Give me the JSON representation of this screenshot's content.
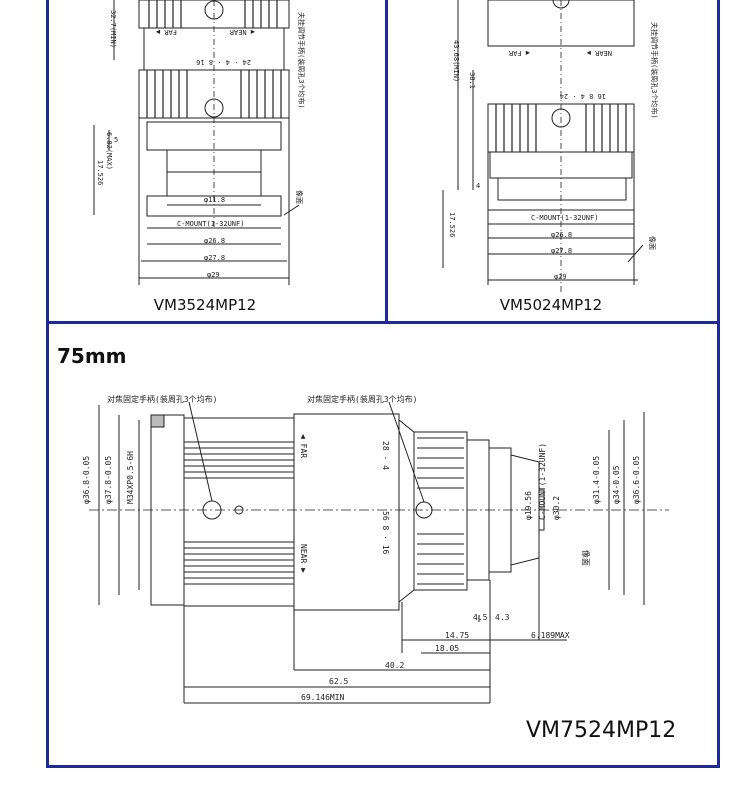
{
  "panels": {
    "top_left": {
      "model": "VM3524MP12",
      "dims": {
        "min_len": "32.7(MIN)",
        "max_len": "6.02(MAX)",
        "flange": "17.526",
        "d_in": "φ11.8",
        "mount": "C-MOUNT(1-32UNF)",
        "d1": "φ26.8",
        "d2": "φ27.8",
        "d3": "φ29",
        "small_5": "5",
        "image_plane": "像面",
        "ring_marks": "24 · 4 · 8 16",
        "far": "FAR ▶",
        "near": "◀ NEAR",
        "note": "夫挂调节手柄(装周孔3个均布)"
      }
    },
    "top_right": {
      "model": "VM5024MP12",
      "dims": {
        "min_len": "43.68(MIN)",
        "mid": "38.1",
        "flange": "17.526",
        "mount": "C-MOUNT(1-32UNF)",
        "d1": "φ26.8",
        "d2": "φ27.8",
        "d3": "φ29",
        "small_4": "4",
        "image_plane": "像面",
        "ring_marks": "16 8 4 · 24",
        "far": "◀ FAR",
        "near": "NEAR ▶",
        "note": "夫挂调节手柄(装周孔3个均布)"
      }
    },
    "bottom": {
      "title": "75mm",
      "model": "VM7524MP12",
      "note_left": "对焦固定手柄(装周孔3个均布)",
      "note_right": "对焦固定手柄(装周孔3个均布)",
      "far": "◀ FAR",
      "near": "NEAR ▶",
      "ring_top": "28 · 4",
      "ring_bottom": "56 8 · 16",
      "left_dims": [
        "φ36.8-0.05",
        "φ37.8-0.05",
        "M34XP0.5-6H"
      ],
      "right_dims": [
        "φ31.4-0.05",
        "φ34-0.05",
        "φ36.6-0.05"
      ],
      "mount_dims": [
        "φ19.56",
        "C-MOUNT(1-32UNF)",
        "φ30.2"
      ],
      "image_plane": "像面",
      "bottom_dims": {
        "d45": "4.5",
        "d43": "4.3",
        "d1475": "14.75",
        "d6189": "6.189MAX",
        "d1805": "18.05",
        "d402": "40.2",
        "d625": "62.5",
        "d69": "69.146MIN"
      }
    }
  },
  "colors": {
    "frame": "#1c2a9a",
    "line": "#222222"
  }
}
